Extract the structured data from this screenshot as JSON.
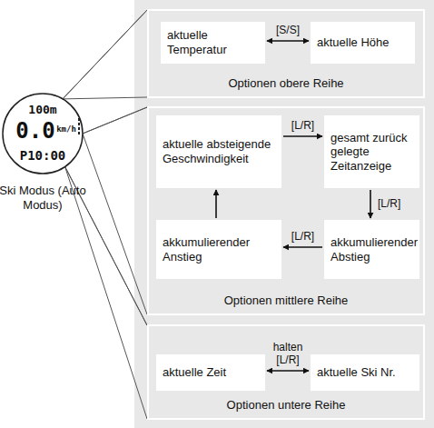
{
  "diagram": {
    "nodes": [
      {
        "text": [
          "100m",
          "0.0",
          "km/h",
          "P10:00",
          "Ski Modus (Auto Modus)"
        ]
      },
      {
        "text": [
          "Optionen obere Reihe"
        ]
      },
      {
        "text": [
          "aktuelle Temperatur"
        ],
        "in": 1
      },
      {
        "text": [
          "aktuelle Höhe"
        ],
        "in": 1
      },
      {
        "text": [
          "Optionen mittlere Reihe"
        ]
      },
      {
        "text": [
          "aktuelle absteigende Geschwindigkeit"
        ],
        "in": 4
      },
      {
        "text": [
          "gesamt zurück gelegte Zeitanzeige"
        ],
        "in": 4
      },
      {
        "text": [
          "akkumulierender Abstieg"
        ],
        "in": 4
      },
      {
        "text": [
          "akkumulierender Anstieg"
        ],
        "in": 4
      },
      {
        "text": [
          "Optionen untere Reihe"
        ]
      },
      {
        "text": [
          "aktuelle Zeit"
        ],
        "in": 9
      },
      {
        "text": [
          "aktuelle Ski Nr."
        ],
        "in": 9
      }
    ],
    "edges": [
      {
        "from": 0,
        "to": 1,
        "arrow": "none"
      },
      {
        "from": 0,
        "to": 4,
        "arrow": "none"
      },
      {
        "from": 0,
        "to": 9,
        "arrow": "none"
      },
      {
        "from": 2,
        "to": 3,
        "label": "[S/S]",
        "arrow": "both"
      },
      {
        "from": 5,
        "to": 6,
        "label": "[L/R]",
        "arrow": "to"
      },
      {
        "from": 6,
        "to": 7,
        "label": "[L/R]",
        "arrow": "to"
      },
      {
        "from": 7,
        "to": 8,
        "label": "[L/R]",
        "arrow": "to"
      },
      {
        "from": 8,
        "to": 5,
        "arrow": "to"
      },
      {
        "from": 10,
        "to": 11,
        "label": "halten [L/R]",
        "arrow": "both"
      }
    ]
  }
}
